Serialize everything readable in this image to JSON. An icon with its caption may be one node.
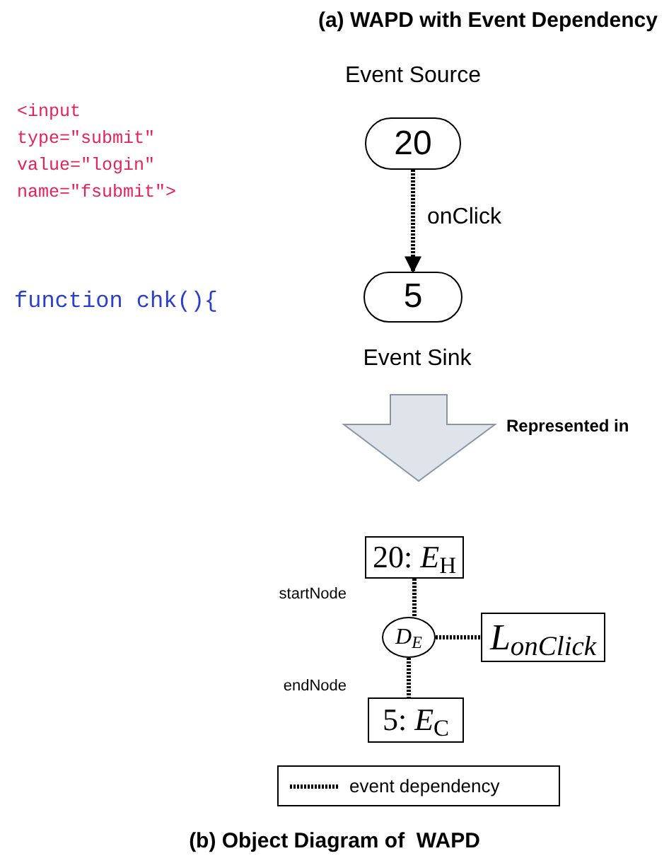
{
  "diagram": {
    "title": "(a) WAPD with Event Dependency",
    "caption": "(b) Object Diagram of  WAPD",
    "nodes": [
      {
        "text": [
          "20"
        ],
        "beside": [
          "Event Source"
        ]
      },
      {
        "text": [
          "5"
        ],
        "beside": [
          "Event Sink"
        ]
      },
      {
        "text": [
          "20: *E*$_{H}$"
        ]
      },
      {
        "text": [
          "D$_{E}$"
        ]
      },
      {
        "text": [
          "L$_{onClick}$"
        ]
      },
      {
        "text": [
          "5: *E*$_{C}$"
        ]
      }
    ],
    "edges": [
      {
        "from": 0,
        "to": 1,
        "arrow": "to",
        "label": "onClick",
        "style": "dashed"
      },
      {
        "from": 2,
        "to": 3,
        "arrow": "none",
        "label": "startNode",
        "style": "dashed"
      },
      {
        "from": 3,
        "to": 4,
        "arrow": "none",
        "style": "dashed"
      },
      {
        "from": 3,
        "to": 5,
        "arrow": "none",
        "label": "endNode",
        "style": "dashed"
      }
    ],
    "labels": [
      "<input type=\"submit\" value=\"login\" name=\"fsubmit\">",
      "function chk(){",
      "Represented in"
    ],
    "legend": [
      {
        "text": "event dependency"
      }
    ]
  }
}
